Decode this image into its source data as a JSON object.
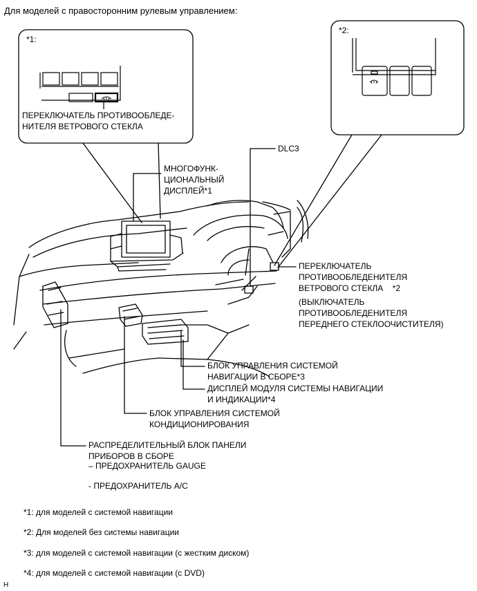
{
  "heading": "Для моделей с правосторонним рулевым управлением:",
  "callout1": {
    "tag": "*1:",
    "label_line1": "ПЕРЕКЛЮЧАТЕЛЬ ПРОТИВООБЛЕДЕ-",
    "label_line2": "НИТЕЛЯ ВЕТРОВОГО СТЕКЛА"
  },
  "callout2": {
    "tag": "*2:"
  },
  "labels": {
    "multi_display": [
      "МНОГОФУНК-",
      "ЦИОНАЛЬНЫЙ",
      "ДИСПЛЕЙ*1"
    ],
    "dlc3": "DLC3",
    "deicer_switch": [
      "ПЕРЕКЛЮЧАТЕЛЬ",
      "ПРОТИВООБЛЕДЕНИТЕЛЯ",
      "ВЕТРОВОГО СТЕКЛА    *2",
      "(ВЫКЛЮЧАТЕЛЬ",
      "ПРОТИВООБЛЕДЕНИТЕЛЯ",
      "ПЕРЕДНЕГО СТЕКЛООЧИСТИТЕЛЯ)"
    ],
    "nav_unit": [
      "БЛОК УПРАВЛЕНИЯ СИСТЕМОЙ",
      "НАВИГАЦИИ В СБОРЕ*3"
    ],
    "nav_display": [
      "ДИСПЛЕЙ МОДУЛЯ СИСТЕМЫ НАВИГАЦИИ",
      "И ИНДИКАЦИИ*4"
    ],
    "ac_unit": [
      "БЛОК УПРАВЛЕНИЯ СИСТЕМОЙ",
      "КОНДИЦИОНИРОВАНИЯ"
    ],
    "junction_block": [
      "РАСПРЕДЕЛИТЕЛЬНЫЙ БЛОК ПАНЕЛИ",
      "ПРИБОРОВ В СБОРЕ",
      "– ПРЕДОХРАНИТЕЛЬ GAUGE"
    ],
    "fuse_ac": "- ПРЕДОХРАНИТЕЛЬ A/C"
  },
  "footnotes": [
    "*1: для моделей с системой навигации",
    "*2: Для моделей без системы навигации",
    "*3: для моделей с системой навигации (с жестким диском)",
    "*4: для моделей с системой навигации (с DVD)"
  ],
  "corner_mark": "H"
}
